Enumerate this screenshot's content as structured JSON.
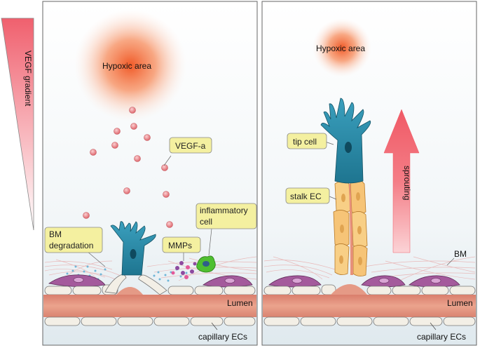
{
  "gradient_label": "VEGF gradient",
  "left_panel": {
    "hypoxic_label": "Hypoxic area",
    "vegf_label": "VEGF-a",
    "bm_degradation_label": [
      "BM",
      "degradation"
    ],
    "mmps_label": "MMPs",
    "inflammatory_label": [
      "inflammatory",
      "cell"
    ],
    "lumen_label": "Lumen",
    "capillary_label": "capillary ECs"
  },
  "right_panel": {
    "hypoxic_label": "Hypoxic area",
    "tip_cell_label": "tip cell",
    "stalk_label": "stalk EC",
    "sprouting_label": "sprouting",
    "bm_label": "BM",
    "lumen_label": "Lumen",
    "capillary_label": "capillary ECs"
  },
  "colors": {
    "gradient_top": "#f0606e",
    "hypoxic_core": "#f05a28",
    "callout_fill": "#f4f0a0",
    "tip_cell": "#2a8aa6",
    "stalk_cell": "#f6c477",
    "lumen": "#e89a83",
    "vegf_dot": "#e97b80",
    "inflammatory": "#55c23a",
    "arrow": "#f05a66"
  }
}
